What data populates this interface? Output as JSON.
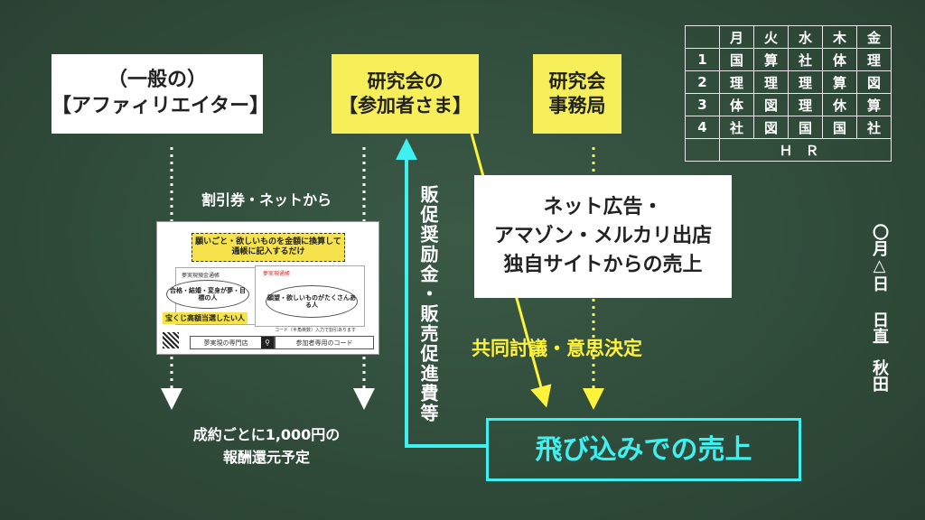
{
  "roles": {
    "affiliator": {
      "line1": "（一般の）",
      "line2": "【アファィリエイター】"
    },
    "participant": {
      "line1": "研究会の",
      "line2": "【参加者さま】"
    },
    "office": {
      "line1": "研究会",
      "line2": "事務局"
    }
  },
  "discount_label": "割引券・ネットから",
  "reward_line1": "成約ごとに1,000円の",
  "reward_line2": "報酬還元予定",
  "sales_box": {
    "line1": "ネット広告・",
    "line2": "アマゾン・メルカリ出店",
    "line3": "独自サイトからの売上"
  },
  "incentive_text": "販促奨励金・販売促進費等",
  "consensus_text": "共同討議・意思決定",
  "walkin_sales": "飛び込みでの売上",
  "flyer": {
    "banner": "願いごと・欲しいものを金額に換算して通帳に記入するだけ",
    "card1_title": "夢実現預金通帳",
    "card2_title": "夢実現通帳",
    "cloud1": "合格・結婚・変身が夢・目標の人",
    "cloud2": "願望・欲しいものがたくさんある人",
    "tag": "宝くじ高額当選したい人",
    "code_note": "コード（半角英数）入力で割引あります",
    "search1": "夢実現の専門店",
    "search2": "参加者専用のコード"
  },
  "timetable": {
    "header": [
      "",
      "月",
      "火",
      "水",
      "木",
      "金"
    ],
    "rows": [
      [
        "1",
        "国",
        "算",
        "社",
        "体",
        "理"
      ],
      [
        "2",
        "理",
        "理",
        "理",
        "算",
        "図"
      ],
      [
        "3",
        "体",
        "図",
        "理",
        "休",
        "算"
      ],
      [
        "4",
        "社",
        "図",
        "国",
        "国",
        "社"
      ]
    ],
    "hr": "ＨＲ"
  },
  "board_notes": {
    "date": "〇月△日",
    "duty": "日直",
    "name": "秋田"
  },
  "colors": {
    "board": "#2f4a39",
    "yellow": "#f7ef5a",
    "cyan": "#3ff0f0"
  }
}
